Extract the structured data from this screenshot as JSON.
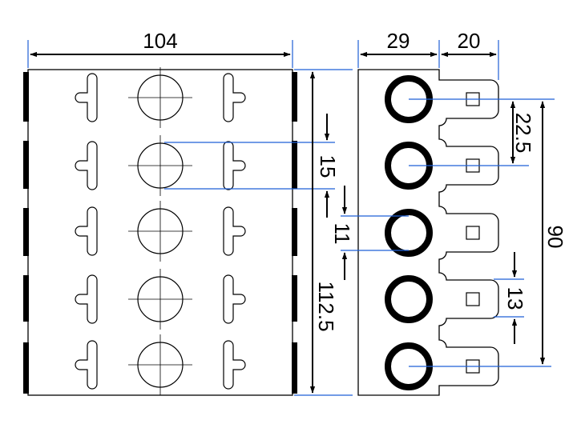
{
  "drawing": {
    "dimensions": {
      "overall_width": "104",
      "side_body_width": "29",
      "tab_length": "20",
      "tab_pitch": "22.5",
      "hole_diameter": "15",
      "ring_inner_diameter": "11",
      "overall_height": "112.5",
      "tab_span": "90",
      "tab_width": "13"
    }
  }
}
